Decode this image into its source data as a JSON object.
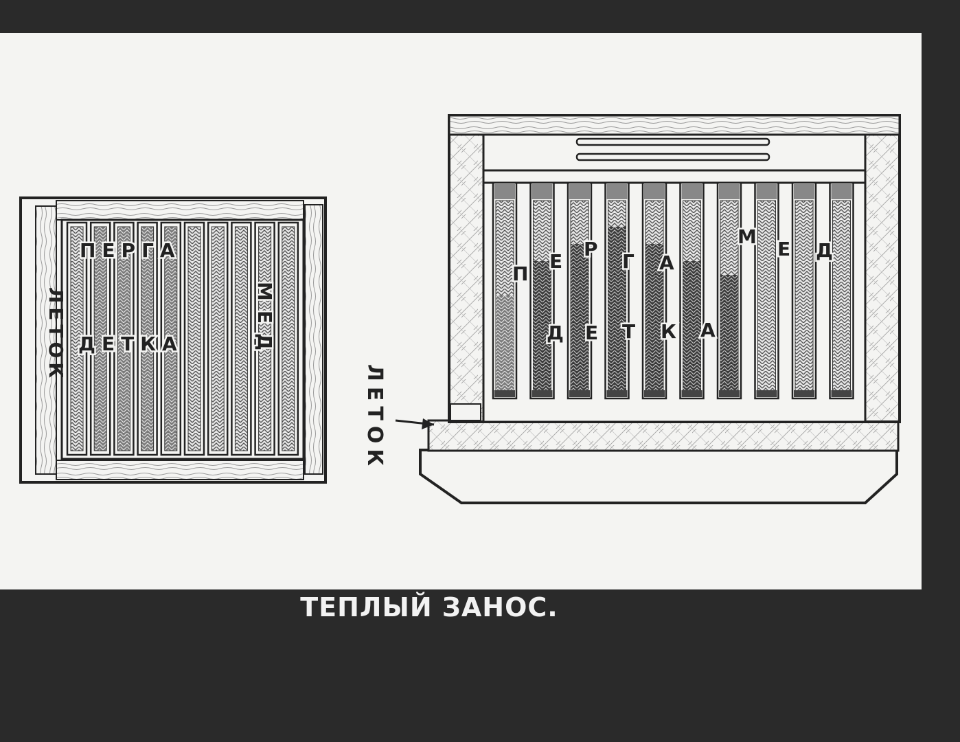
{
  "caption": "ТЕПЛЫЙ ЗАНОС.",
  "top_view": {
    "entrance_label": "ЛЕТОК",
    "pollen_label": "ПЕРГА",
    "brood_label": "ДЕТКА",
    "honey_label": "МЕД",
    "frame_count": 10
  },
  "front_view": {
    "entrance_label": "ЛЕТОК",
    "pollen_label": "ПЕРГА",
    "brood_label": "ДЕТКА",
    "honey_label": "МЕД",
    "frame_count": 10
  },
  "colors": {
    "slide_background": "#f4f4f2",
    "frame_border": "#2a2a2a",
    "ink": "#222222",
    "brood_fill": "#3a3a3a",
    "pollen_fill": "#6e6e6e",
    "honey_fill": "#cfcfcf"
  }
}
